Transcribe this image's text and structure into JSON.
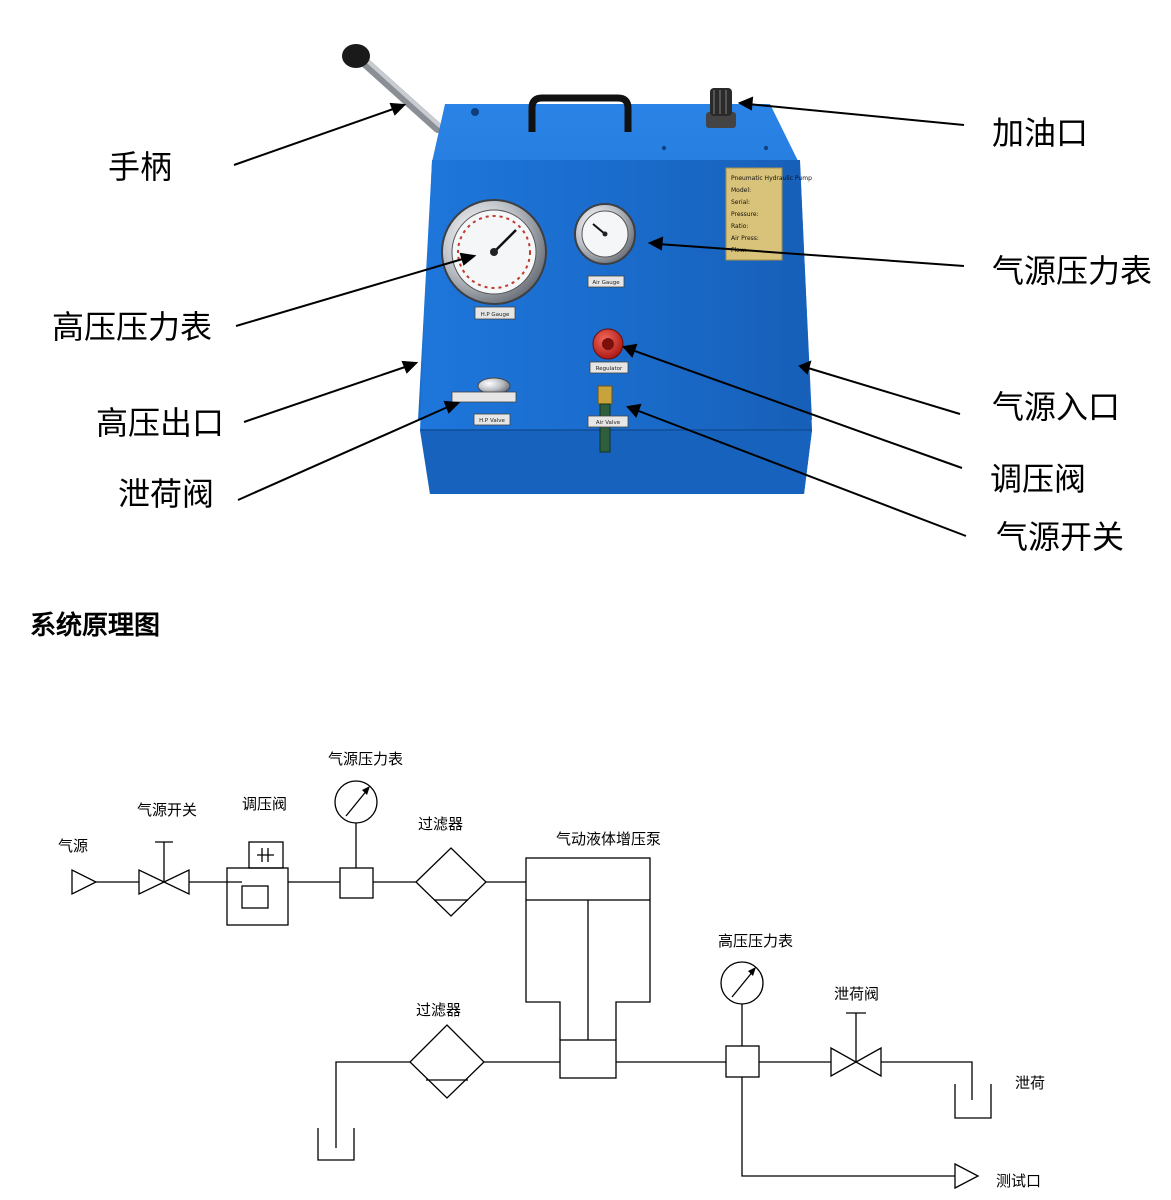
{
  "callouts": {
    "handle": "手柄",
    "oil_filler": "加油口",
    "air_gauge": "气源压力表",
    "hp_gauge": "高压压力表",
    "hp_outlet": "高压出口",
    "air_inlet": "气源入口",
    "relief_valve": "泄荷阀",
    "regulator": "调压阀",
    "air_switch": "气源开关"
  },
  "machine": {
    "hp_gauge_tag": "H.P Gauge",
    "air_gauge_tag": "Air Gauge",
    "regulator_tag": "Regulator",
    "hp_valve_tag": "H.P Valve",
    "air_valve_tag": "Air Valve",
    "nameplate_lines": [
      "Pneumatic Hydraulic Pump",
      "Model:",
      "Serial:",
      "Pressure:",
      "Ratio:",
      "Air Press:",
      "Flow:"
    ]
  },
  "section_title": "系统原理图",
  "schematic": {
    "air_source": "气源",
    "air_switch": "气源开关",
    "regulator": "调压阀",
    "air_gauge": "气源压力表",
    "filter_top": "过滤器",
    "pump": "气动液体增压泵",
    "hp_gauge": "高压压力表",
    "relief_valve": "泄荷阀",
    "filter_bottom": "过滤器",
    "relief": "泄荷",
    "test_port": "测试口"
  },
  "colors": {
    "machine_blue": "#1d6fd0",
    "machine_blue_dark": "#1458aa",
    "plate_gold": "#d9c27a",
    "knob_red": "#c0201e"
  }
}
